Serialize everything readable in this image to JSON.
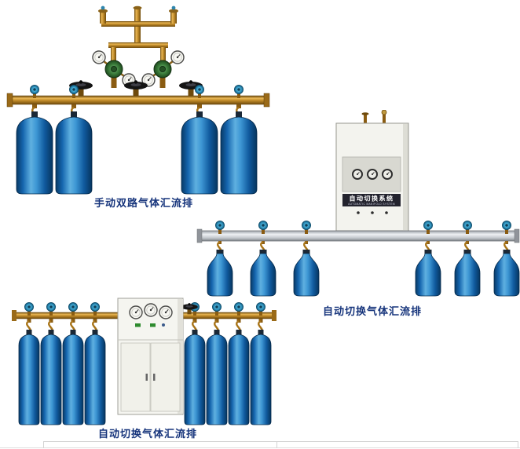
{
  "page": {
    "background_color": "#ffffff"
  },
  "figures": [
    {
      "id": "manual-dual-manifold",
      "caption": "手动双路气体汇流排",
      "cylinder_count": 4,
      "gauge_count": 4
    },
    {
      "id": "auto-switch-manifold-a",
      "caption": "自动切换气体汇流排",
      "cylinder_count": 6,
      "cabinet": {
        "label": "自动切换系统",
        "sublabel": "AUTOMATIC MANIFOLD SYSTEM",
        "gauge_count": 3
      }
    },
    {
      "id": "auto-switch-manifold-b",
      "caption": "自动切换气体汇流排",
      "cylinder_count": 8,
      "cabinet": {
        "gauge_count": 3
      }
    }
  ],
  "colors": {
    "caption_text": "#17357c",
    "cylinder_blue": "#1c6db4",
    "brass_pipe": "#c08a28",
    "valve_knob_teal": "#2e9ec4",
    "regulator_green": "#3c7e3c"
  }
}
